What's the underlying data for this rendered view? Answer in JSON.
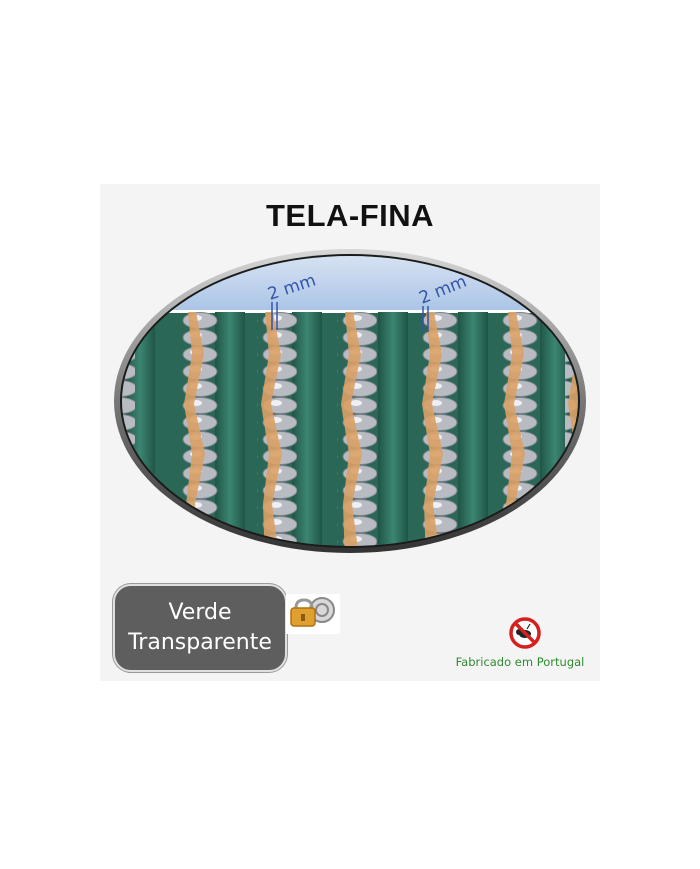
{
  "title": "TELA-FINA",
  "measure_label_1": "2 mm",
  "measure_label_2": "2 mm",
  "color_name_line1": "Verde",
  "color_name_line2": "Transparente",
  "made_in": "Fabricado em Portugal",
  "icons": {
    "lock": "padlock-icon",
    "no_insects": "no-insects-icon"
  },
  "colors": {
    "curtain_green": "#2e6b5a",
    "strand_gold": "#d9a066",
    "badge_gray": "#5e5e5e",
    "made_in_green": "#2f8a2f",
    "measure_blue": "#3355aa"
  }
}
